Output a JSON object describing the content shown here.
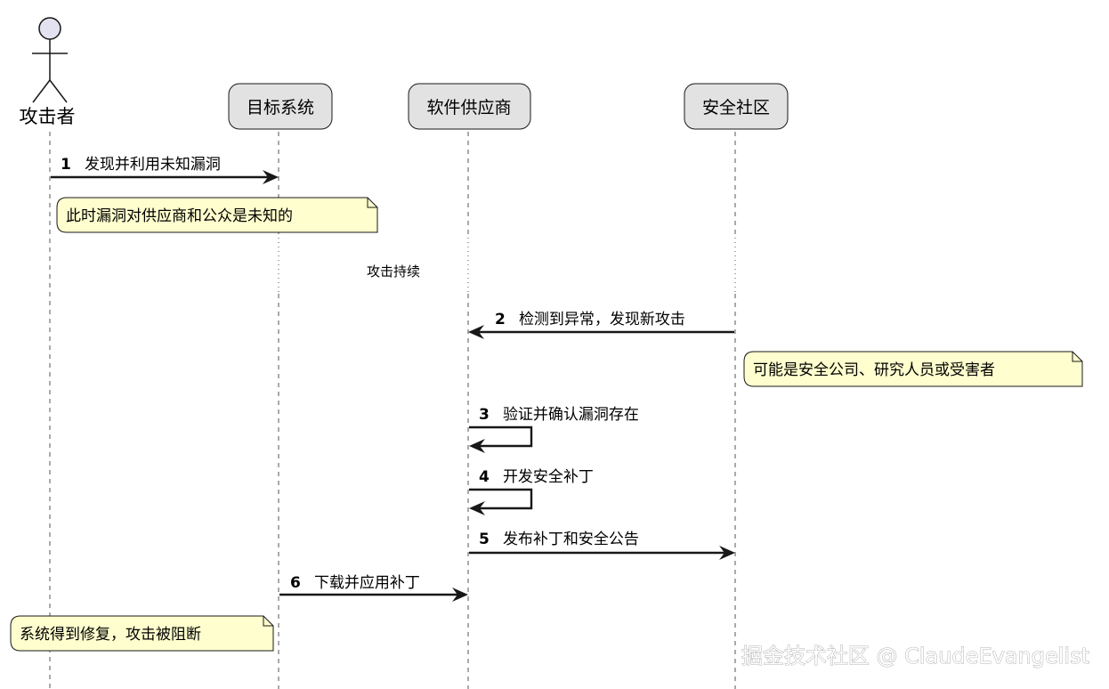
{
  "participants": {
    "attacker": "攻击者",
    "target": "目标系统",
    "vendor": "软件供应商",
    "community": "安全社区"
  },
  "messages": [
    {
      "num": "1",
      "text": "发现并利用未知漏洞"
    },
    {
      "num": "2",
      "text": "检测到异常，发现新攻击"
    },
    {
      "num": "3",
      "text": "验证并确认漏洞存在"
    },
    {
      "num": "4",
      "text": "开发安全补丁"
    },
    {
      "num": "5",
      "text": "发布补丁和安全公告"
    },
    {
      "num": "6",
      "text": "下载并应用补丁"
    }
  ],
  "notes": {
    "unknown": "此时漏洞对供应商和公众是未知的",
    "discoverer": "可能是安全公司、研究人员或受害者",
    "fixed": "系统得到修复，攻击被阻断"
  },
  "delay_text": "攻击持续",
  "watermark": "掘金技术社区 @ ClaudeEvangelist",
  "colors": {
    "participant_fill": "#e2e2e2",
    "note_fill": "#fefece",
    "actor_head": "#e2e2f0",
    "line": "#181818"
  }
}
